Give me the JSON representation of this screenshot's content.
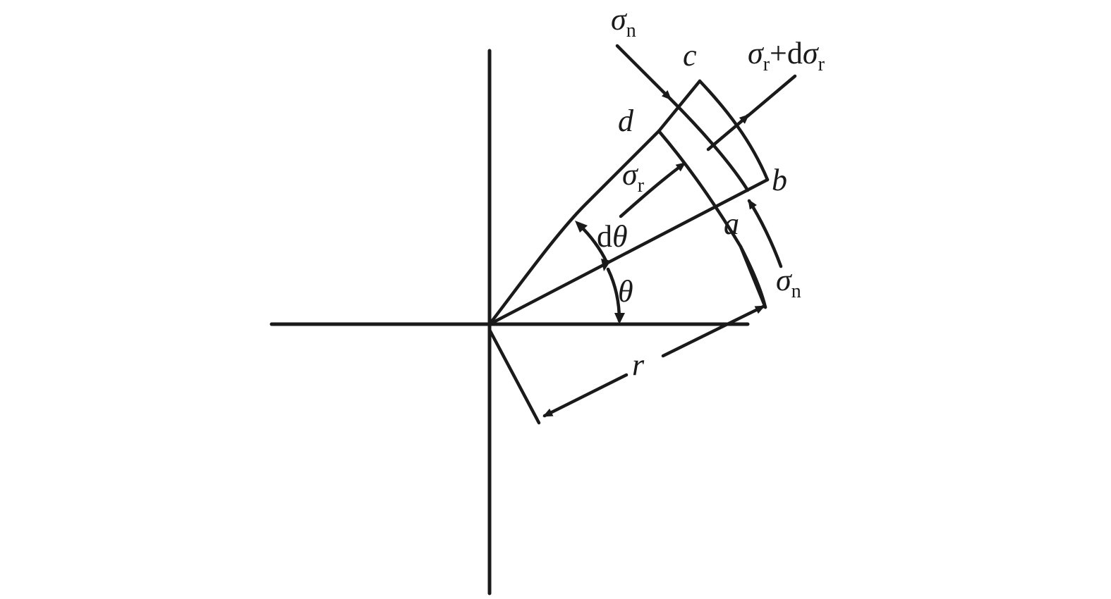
{
  "labels": {
    "sigma_n_top": {
      "symbol": "σ",
      "sub": "n"
    },
    "c": "c",
    "sigma_r_plus": {
      "symbol": "σ",
      "sub": "r",
      "plus": "+d",
      "symbol2": "σ",
      "sub2": "r"
    },
    "d": "d",
    "sigma_r": {
      "symbol": "σ",
      "sub": "r"
    },
    "b": "b",
    "a": "a",
    "dtheta": {
      "d": "d",
      "theta": "θ"
    },
    "theta": "θ",
    "sigma_n_bottom": {
      "symbol": "σ",
      "sub": "n"
    },
    "r": "r"
  }
}
